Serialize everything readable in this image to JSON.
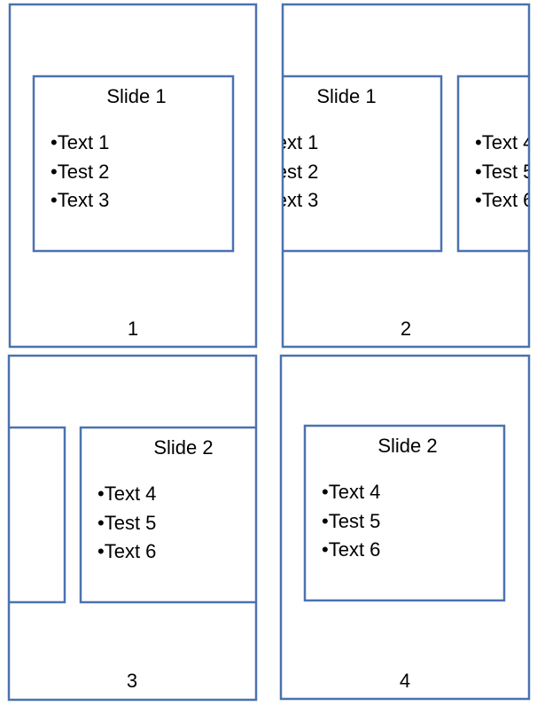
{
  "slides": {
    "slide1": {
      "title": "Slide 1",
      "bullets": [
        "•Text 1",
        "•Test 2",
        "•Text 3"
      ]
    },
    "slide2": {
      "title": "Slide 2",
      "bullets": [
        "•Text 4",
        "•Test 5",
        "•Text 6"
      ]
    }
  },
  "panels": {
    "p1": {
      "number": "1"
    },
    "p2": {
      "number": "2"
    },
    "p3": {
      "number": "3"
    },
    "p4": {
      "number": "4"
    }
  },
  "colors": {
    "frame": "#4a72b0"
  }
}
